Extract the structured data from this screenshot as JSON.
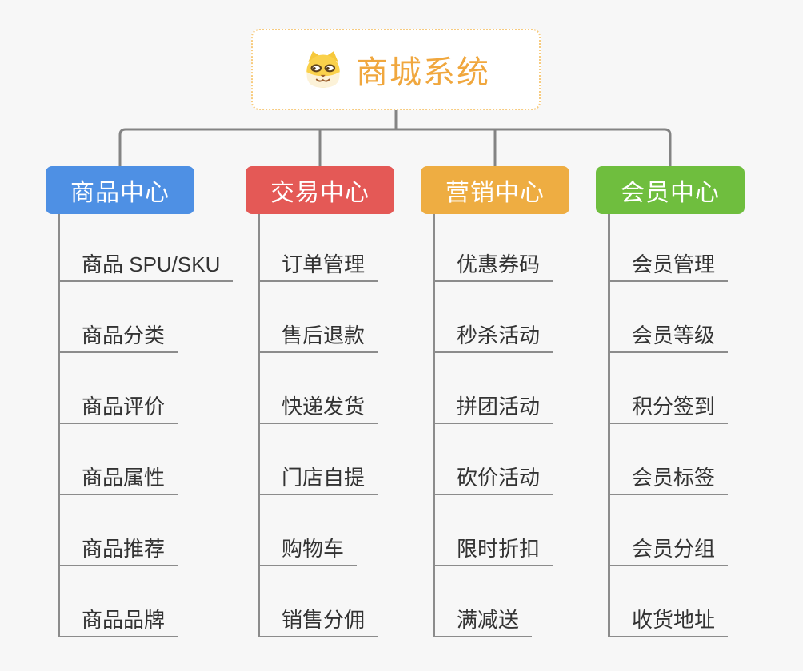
{
  "root": {
    "title": "商城系统",
    "icon": "dog-face-icon"
  },
  "branches": [
    {
      "label": "商品中心",
      "color": "#4E90E4",
      "children": [
        "商品 SPU/SKU",
        "商品分类",
        "商品评价",
        "商品属性",
        "商品推荐",
        "商品品牌"
      ]
    },
    {
      "label": "交易中心",
      "color": "#E45956",
      "children": [
        "订单管理",
        "售后退款",
        "快递发货",
        "门店自提",
        "购物车",
        "销售分佣"
      ]
    },
    {
      "label": "营销中心",
      "color": "#EEAD42",
      "children": [
        "优惠券码",
        "秒杀活动",
        "拼团活动",
        "砍价活动",
        "限时折扣",
        "满减送"
      ]
    },
    {
      "label": "会员中心",
      "color": "#6FBE3E",
      "children": [
        "会员管理",
        "会员等级",
        "积分签到",
        "会员标签",
        "会员分组",
        "收货地址"
      ]
    }
  ],
  "colors": {
    "background": "#F7F7F7",
    "connector": "#848484",
    "branch_line": "#8C8C8C",
    "child_text": "#333333",
    "root_text": "#F0A73E",
    "root_border": "#F7CB7F"
  }
}
